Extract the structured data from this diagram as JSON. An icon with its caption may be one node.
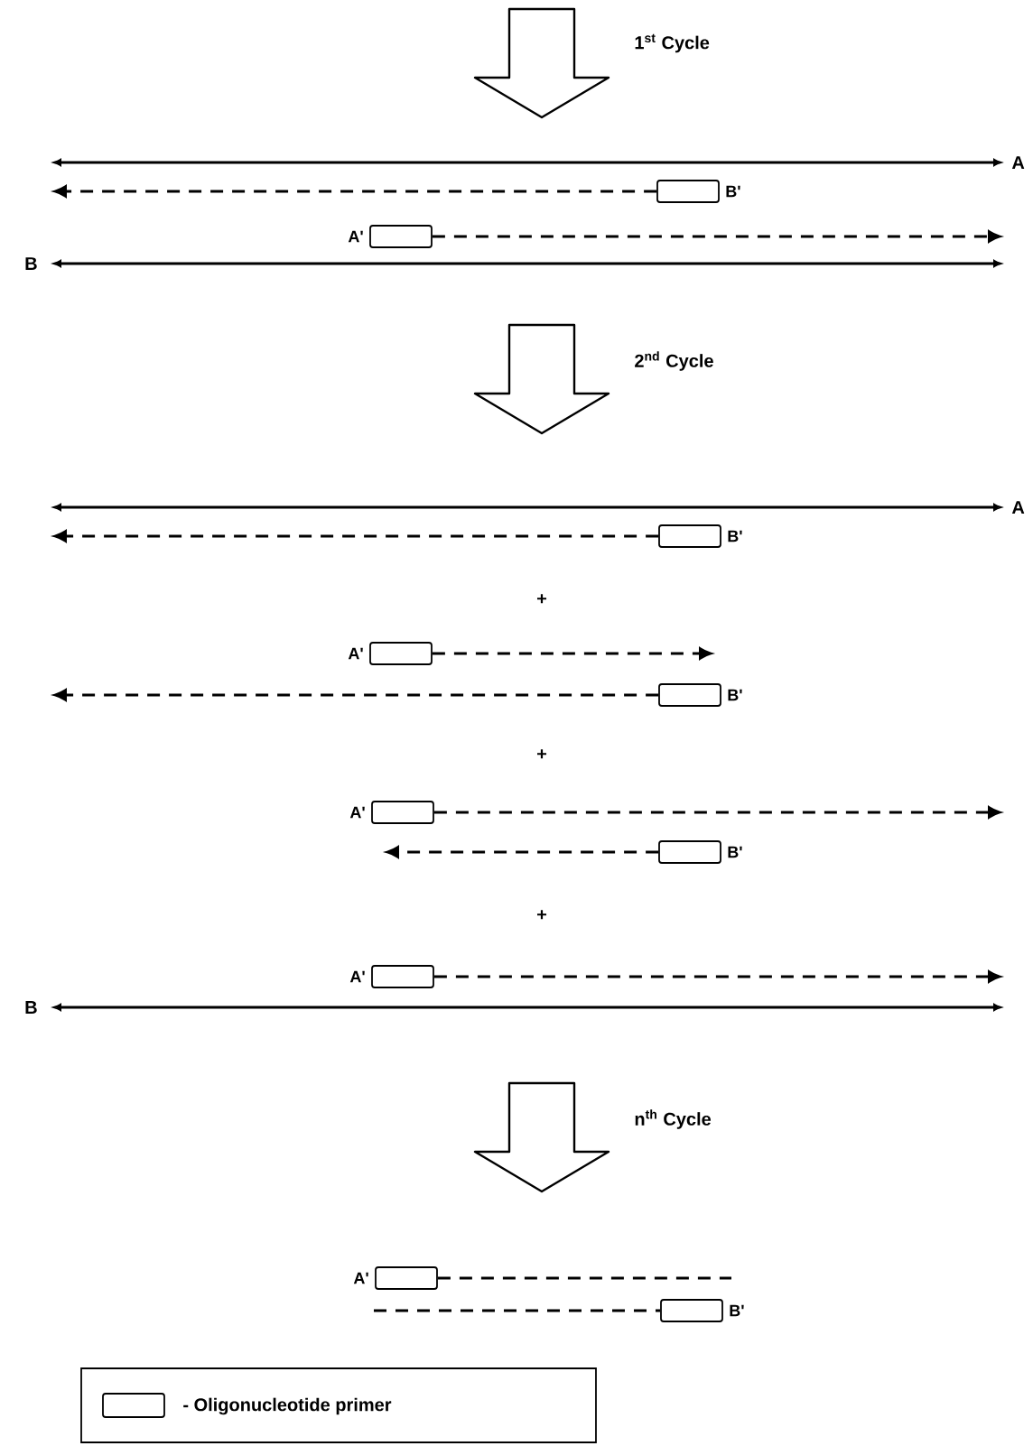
{
  "diagram": {
    "nodes": [
      {
        "text": [],
        "shape": "box",
        "beside": [
          "B'"
        ]
      },
      {
        "text": [],
        "shape": "box",
        "beside": [
          "A'"
        ]
      },
      {
        "text": [],
        "shape": "box",
        "beside": [
          "B'"
        ]
      },
      {
        "text": [],
        "shape": "box",
        "beside": [
          "A'"
        ]
      },
      {
        "text": [],
        "shape": "box",
        "beside": [
          "B'"
        ]
      },
      {
        "text": [],
        "shape": "box",
        "beside": [
          "A'"
        ]
      },
      {
        "text": [],
        "shape": "box",
        "beside": [
          "B'"
        ]
      },
      {
        "text": [],
        "shape": "box",
        "beside": [
          "A'"
        ]
      },
      {
        "text": [],
        "shape": "box",
        "beside": [
          "A'"
        ]
      },
      {
        "text": [],
        "shape": "box",
        "beside": [
          "B'"
        ]
      }
    ],
    "edges": [
      {
        "from": 0,
        "to": null,
        "arrow": "to",
        "style": "dashed"
      },
      {
        "from": 1,
        "to": null,
        "arrow": "to",
        "style": "dashed"
      },
      {
        "from": 2,
        "to": null,
        "arrow": "to",
        "style": "dashed"
      },
      {
        "from": 3,
        "to": null,
        "arrow": "to",
        "style": "dashed"
      },
      {
        "from": 4,
        "to": null,
        "arrow": "to",
        "style": "dashed"
      },
      {
        "from": 5,
        "to": null,
        "arrow": "to",
        "style": "dashed"
      },
      {
        "from": 6,
        "to": null,
        "arrow": "to",
        "style": "dashed"
      },
      {
        "from": 7,
        "to": null,
        "arrow": "to",
        "style": "dashed"
      },
      {
        "from": 8,
        "to": null,
        "arrow": "none",
        "style": "dashed"
      },
      {
        "from": null,
        "to": 9,
        "arrow": "none",
        "style": "dashed"
      }
    ],
    "labels": [
      "1$^{st}$ Cycle",
      "A",
      "B",
      "2$^{nd}$ Cycle",
      "A",
      "+",
      "+",
      "+",
      "B",
      "n$^{th}$ Cycle"
    ],
    "legend": [
      {
        "text": "- Oligonucleotide primer"
      }
    ]
  }
}
